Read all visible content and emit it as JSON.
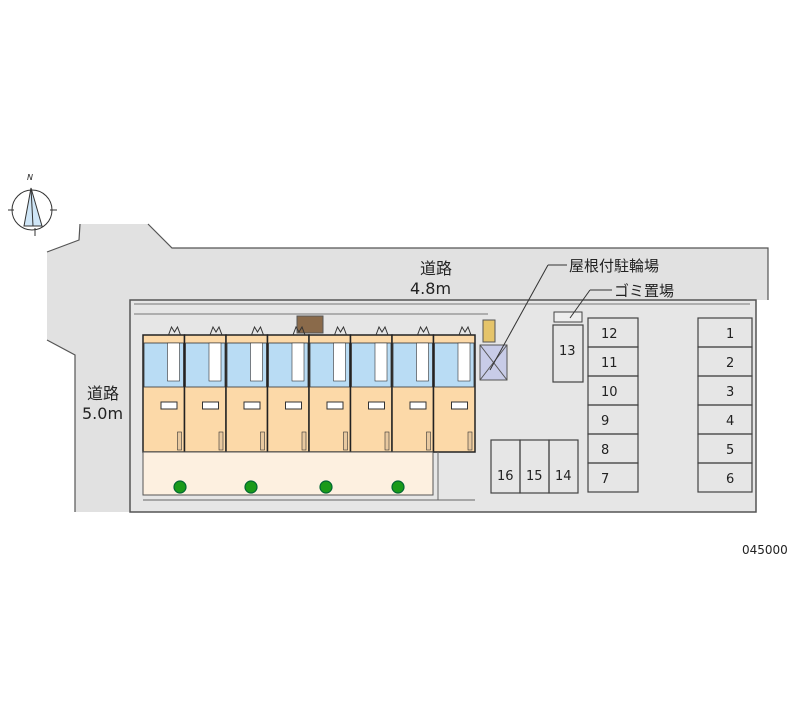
{
  "compass": {
    "north_label": "N"
  },
  "roads": {
    "top": {
      "name": "道路",
      "width": "4.8m"
    },
    "left": {
      "name": "道路",
      "width": "5.0m"
    }
  },
  "callouts": {
    "bike_parking": "屋根付駐輪場",
    "garbage": "ゴミ置場"
  },
  "building": {
    "unit_count": 8,
    "tree_count": 4
  },
  "parking": {
    "middle_column": [
      "12",
      "11",
      "10",
      "9",
      "8",
      "7"
    ],
    "right_column": [
      "1",
      "2",
      "3",
      "4",
      "5",
      "6"
    ],
    "bottom_row": [
      "16",
      "15",
      "14"
    ],
    "single": "13"
  },
  "code": "045000",
  "colors": {
    "road": "#e1e1e1",
    "room": "#fcd9a8",
    "wet_area": "#b9dcf4",
    "garden": "#fdf0e0",
    "tree": "#1a9a1a"
  }
}
